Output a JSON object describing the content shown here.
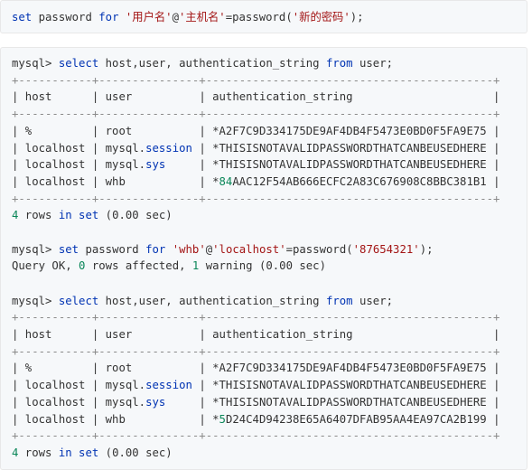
{
  "snippet1": {
    "kw_set": "set",
    "word_password": " password ",
    "kw_for": "for",
    "sp": " ",
    "user_quoted": "'用户名'",
    "at": "@",
    "host_quoted": "'主机名'",
    "eq_fn": "=password(",
    "pw_quoted": "'新的密码'",
    "close": ");"
  },
  "terminal": {
    "prompt": "mysql> ",
    "query_kw_select": "select",
    "query_cols": " host,user, authentication_string ",
    "query_kw_from": "from",
    "query_table": " user;",
    "table_border": "+-----------+---------------+-------------------------------------------+",
    "table_header": {
      "col1": "| host      ",
      "col2": "| user          ",
      "col3": "| authentication_string                     |"
    },
    "table1_rows": [
      {
        "host": "| %         ",
        "user_plain": "| root          ",
        "user_kw": "",
        "user_tail": "",
        "auth_prefix": "| ",
        "auth_num": "",
        "auth_rest": "*A2F7C9D334175DE9AF4DB4F5473E0BD0F5FA9E75 |"
      },
      {
        "host": "| localhost ",
        "user_plain": "| mysql.",
        "user_kw": "session",
        "user_tail": " ",
        "auth_prefix": "| ",
        "auth_num": "",
        "auth_rest": "*THISISNOTAVALIDPASSWORDTHATCANBEUSEDHERE |"
      },
      {
        "host": "| localhost ",
        "user_plain": "| mysql.",
        "user_kw": "sys",
        "user_tail": "     ",
        "auth_prefix": "| ",
        "auth_num": "",
        "auth_rest": "*THISISNOTAVALIDPASSWORDTHATCANBEUSEDHERE |"
      },
      {
        "host": "| localhost ",
        "user_plain": "| whb           ",
        "user_kw": "",
        "user_tail": "",
        "auth_prefix": "| *",
        "auth_num": "84",
        "auth_rest": "AAC12F54AB666ECFC2A83C676908C8BBC381B1 |"
      }
    ],
    "result1": {
      "num": "4",
      "mid": " rows ",
      "kw_in": "in",
      "sp": " ",
      "kw_set": "set",
      "tail": " (0.00 sec)"
    },
    "set_cmd": {
      "kw_set": "set",
      "word_password": " password ",
      "kw_for": "for",
      "sp": " ",
      "user": "'whb'",
      "at": "@",
      "host": "'localhost'",
      "eq_fn": "=password(",
      "pw": "'87654321'",
      "close": ");"
    },
    "query_ok": {
      "a": "Query OK, ",
      "n1": "0",
      "b": " rows affected, ",
      "n2": "1",
      "c": " warning (0.00 sec)"
    },
    "table2_rows": [
      {
        "host": "| %         ",
        "user_plain": "| root          ",
        "user_kw": "",
        "user_tail": "",
        "auth_prefix": "| ",
        "auth_num": "",
        "auth_rest": "*A2F7C9D334175DE9AF4DB4F5473E0BD0F5FA9E75 |"
      },
      {
        "host": "| localhost ",
        "user_plain": "| mysql.",
        "user_kw": "session",
        "user_tail": " ",
        "auth_prefix": "| ",
        "auth_num": "",
        "auth_rest": "*THISISNOTAVALIDPASSWORDTHATCANBEUSEDHERE |"
      },
      {
        "host": "| localhost ",
        "user_plain": "| mysql.",
        "user_kw": "sys",
        "user_tail": "     ",
        "auth_prefix": "| ",
        "auth_num": "",
        "auth_rest": "*THISISNOTAVALIDPASSWORDTHATCANBEUSEDHERE |"
      },
      {
        "host": "| localhost ",
        "user_plain": "| whb           ",
        "user_kw": "",
        "user_tail": "",
        "auth_prefix": "| *",
        "auth_num": "5",
        "auth_rest": "D24C4D94238E65A6407DFAB95AA4EA97CA2B199 |"
      }
    ],
    "result2": {
      "num": "4",
      "mid": " rows ",
      "kw_in": "in",
      "sp": " ",
      "kw_set": "set",
      "tail": " (0.00 sec)"
    }
  },
  "colors": {
    "keyword": "#0033b3",
    "string": "#a31515",
    "number": "#098658",
    "text": "#333333",
    "background": "#f6f8fa"
  }
}
